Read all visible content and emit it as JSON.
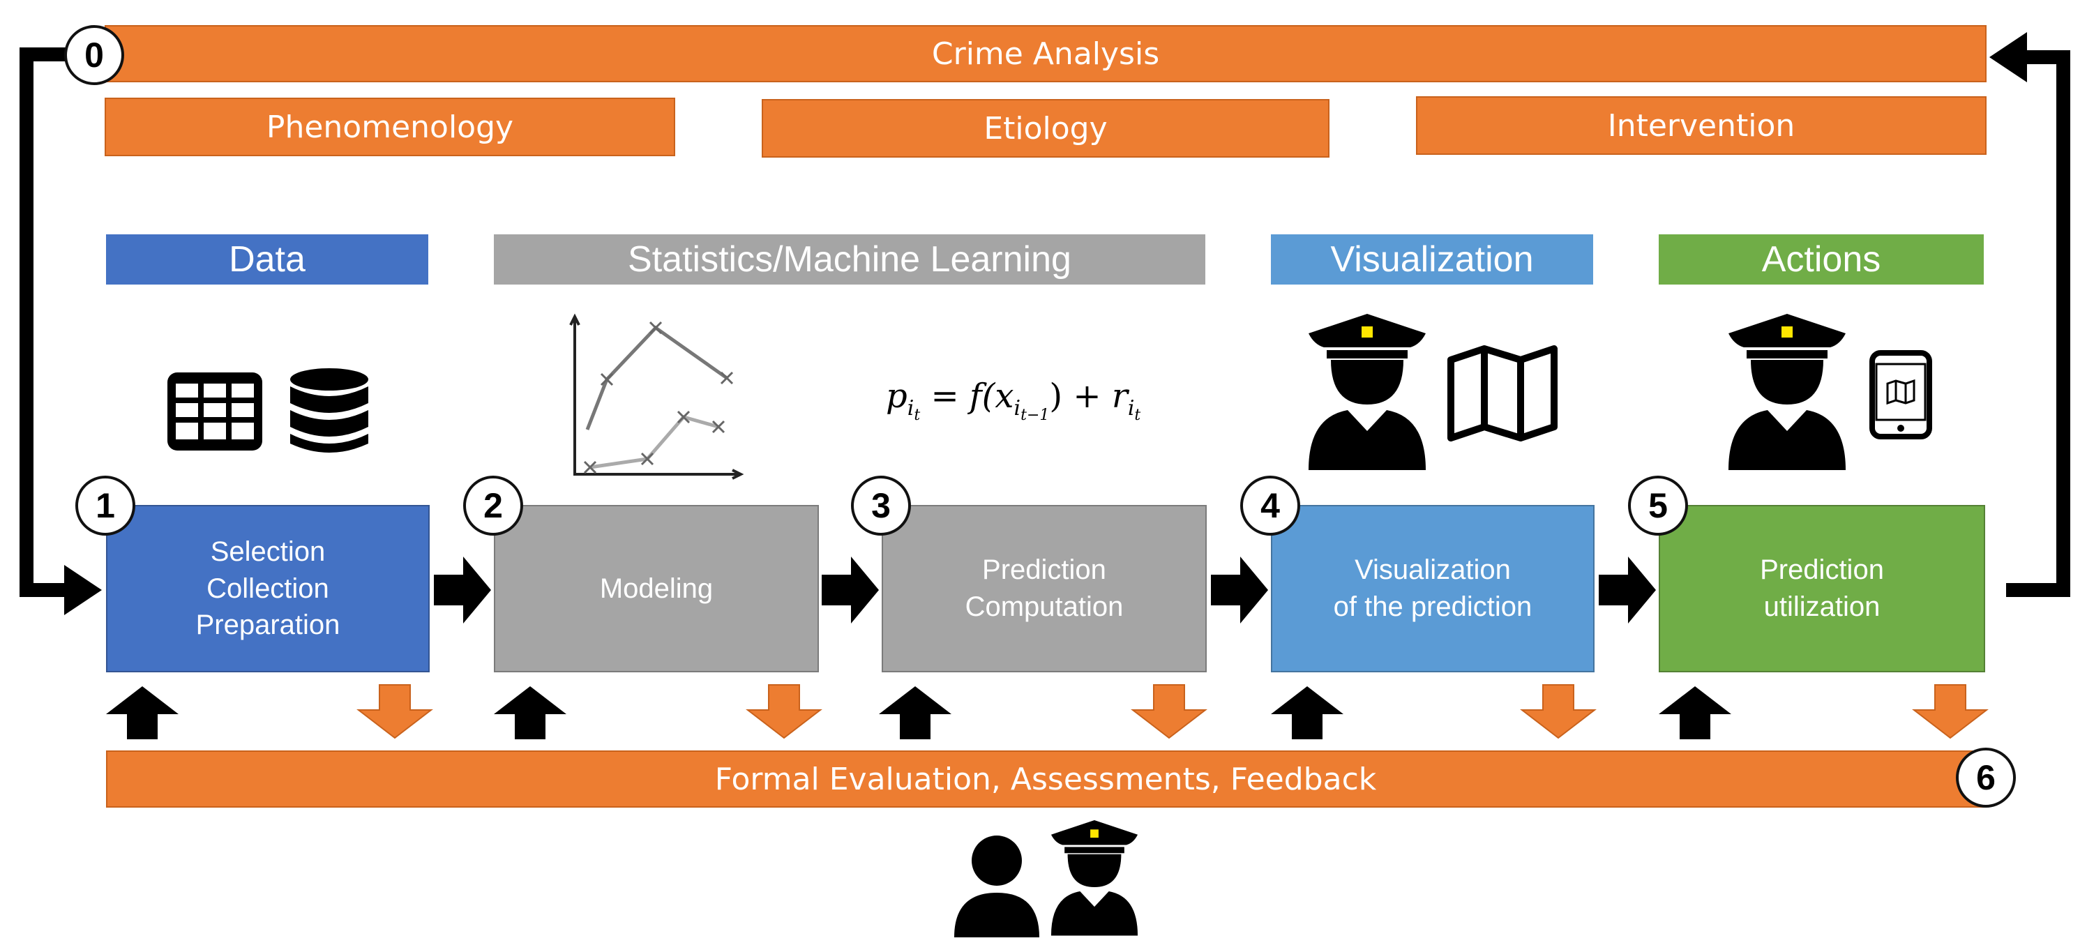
{
  "top": {
    "crime_analysis": "Crime Analysis",
    "sub": [
      "Phenomenology",
      "Etiology",
      "Intervention"
    ]
  },
  "categories": {
    "data": "Data",
    "stats_ml": "Statistics/Machine Learning",
    "visualization": "Visualization",
    "actions": "Actions"
  },
  "formula": {
    "p": "p",
    "p_sub": "i",
    "p_subsub": "t",
    "eq": "= f(x",
    "x_sub": "i",
    "x_subsub": "t−1",
    "close": ")",
    "plus": "+ r",
    "r_sub": "i",
    "r_subsub": "t"
  },
  "steps": [
    {
      "num": "1",
      "label": "Selection\nCollection\nPreparation",
      "color": "#4472C4"
    },
    {
      "num": "2",
      "label": "Modeling",
      "color": "#A5A5A5"
    },
    {
      "num": "3",
      "label": "Prediction\nComputation",
      "color": "#A5A5A5"
    },
    {
      "num": "4",
      "label": "Visualization\nof the prediction",
      "color": "#5B9BD5"
    },
    {
      "num": "5",
      "label": "Prediction\nutilization",
      "color": "#70AD47"
    }
  ],
  "start_num": "0",
  "feedback": {
    "label": "Formal Evaluation, Assessments, Feedback",
    "num": "6"
  },
  "colors": {
    "orange": "#ED7D31",
    "blue": "#4472C4",
    "gray": "#A5A5A5",
    "lightblue": "#5B9BD5",
    "green": "#70AD47",
    "badge": "#FFE600"
  },
  "icons": [
    "table-icon",
    "database-icon",
    "line-chart-icon",
    "police-officer-icon",
    "map-icon",
    "tablet-map-icon",
    "person-icon"
  ]
}
